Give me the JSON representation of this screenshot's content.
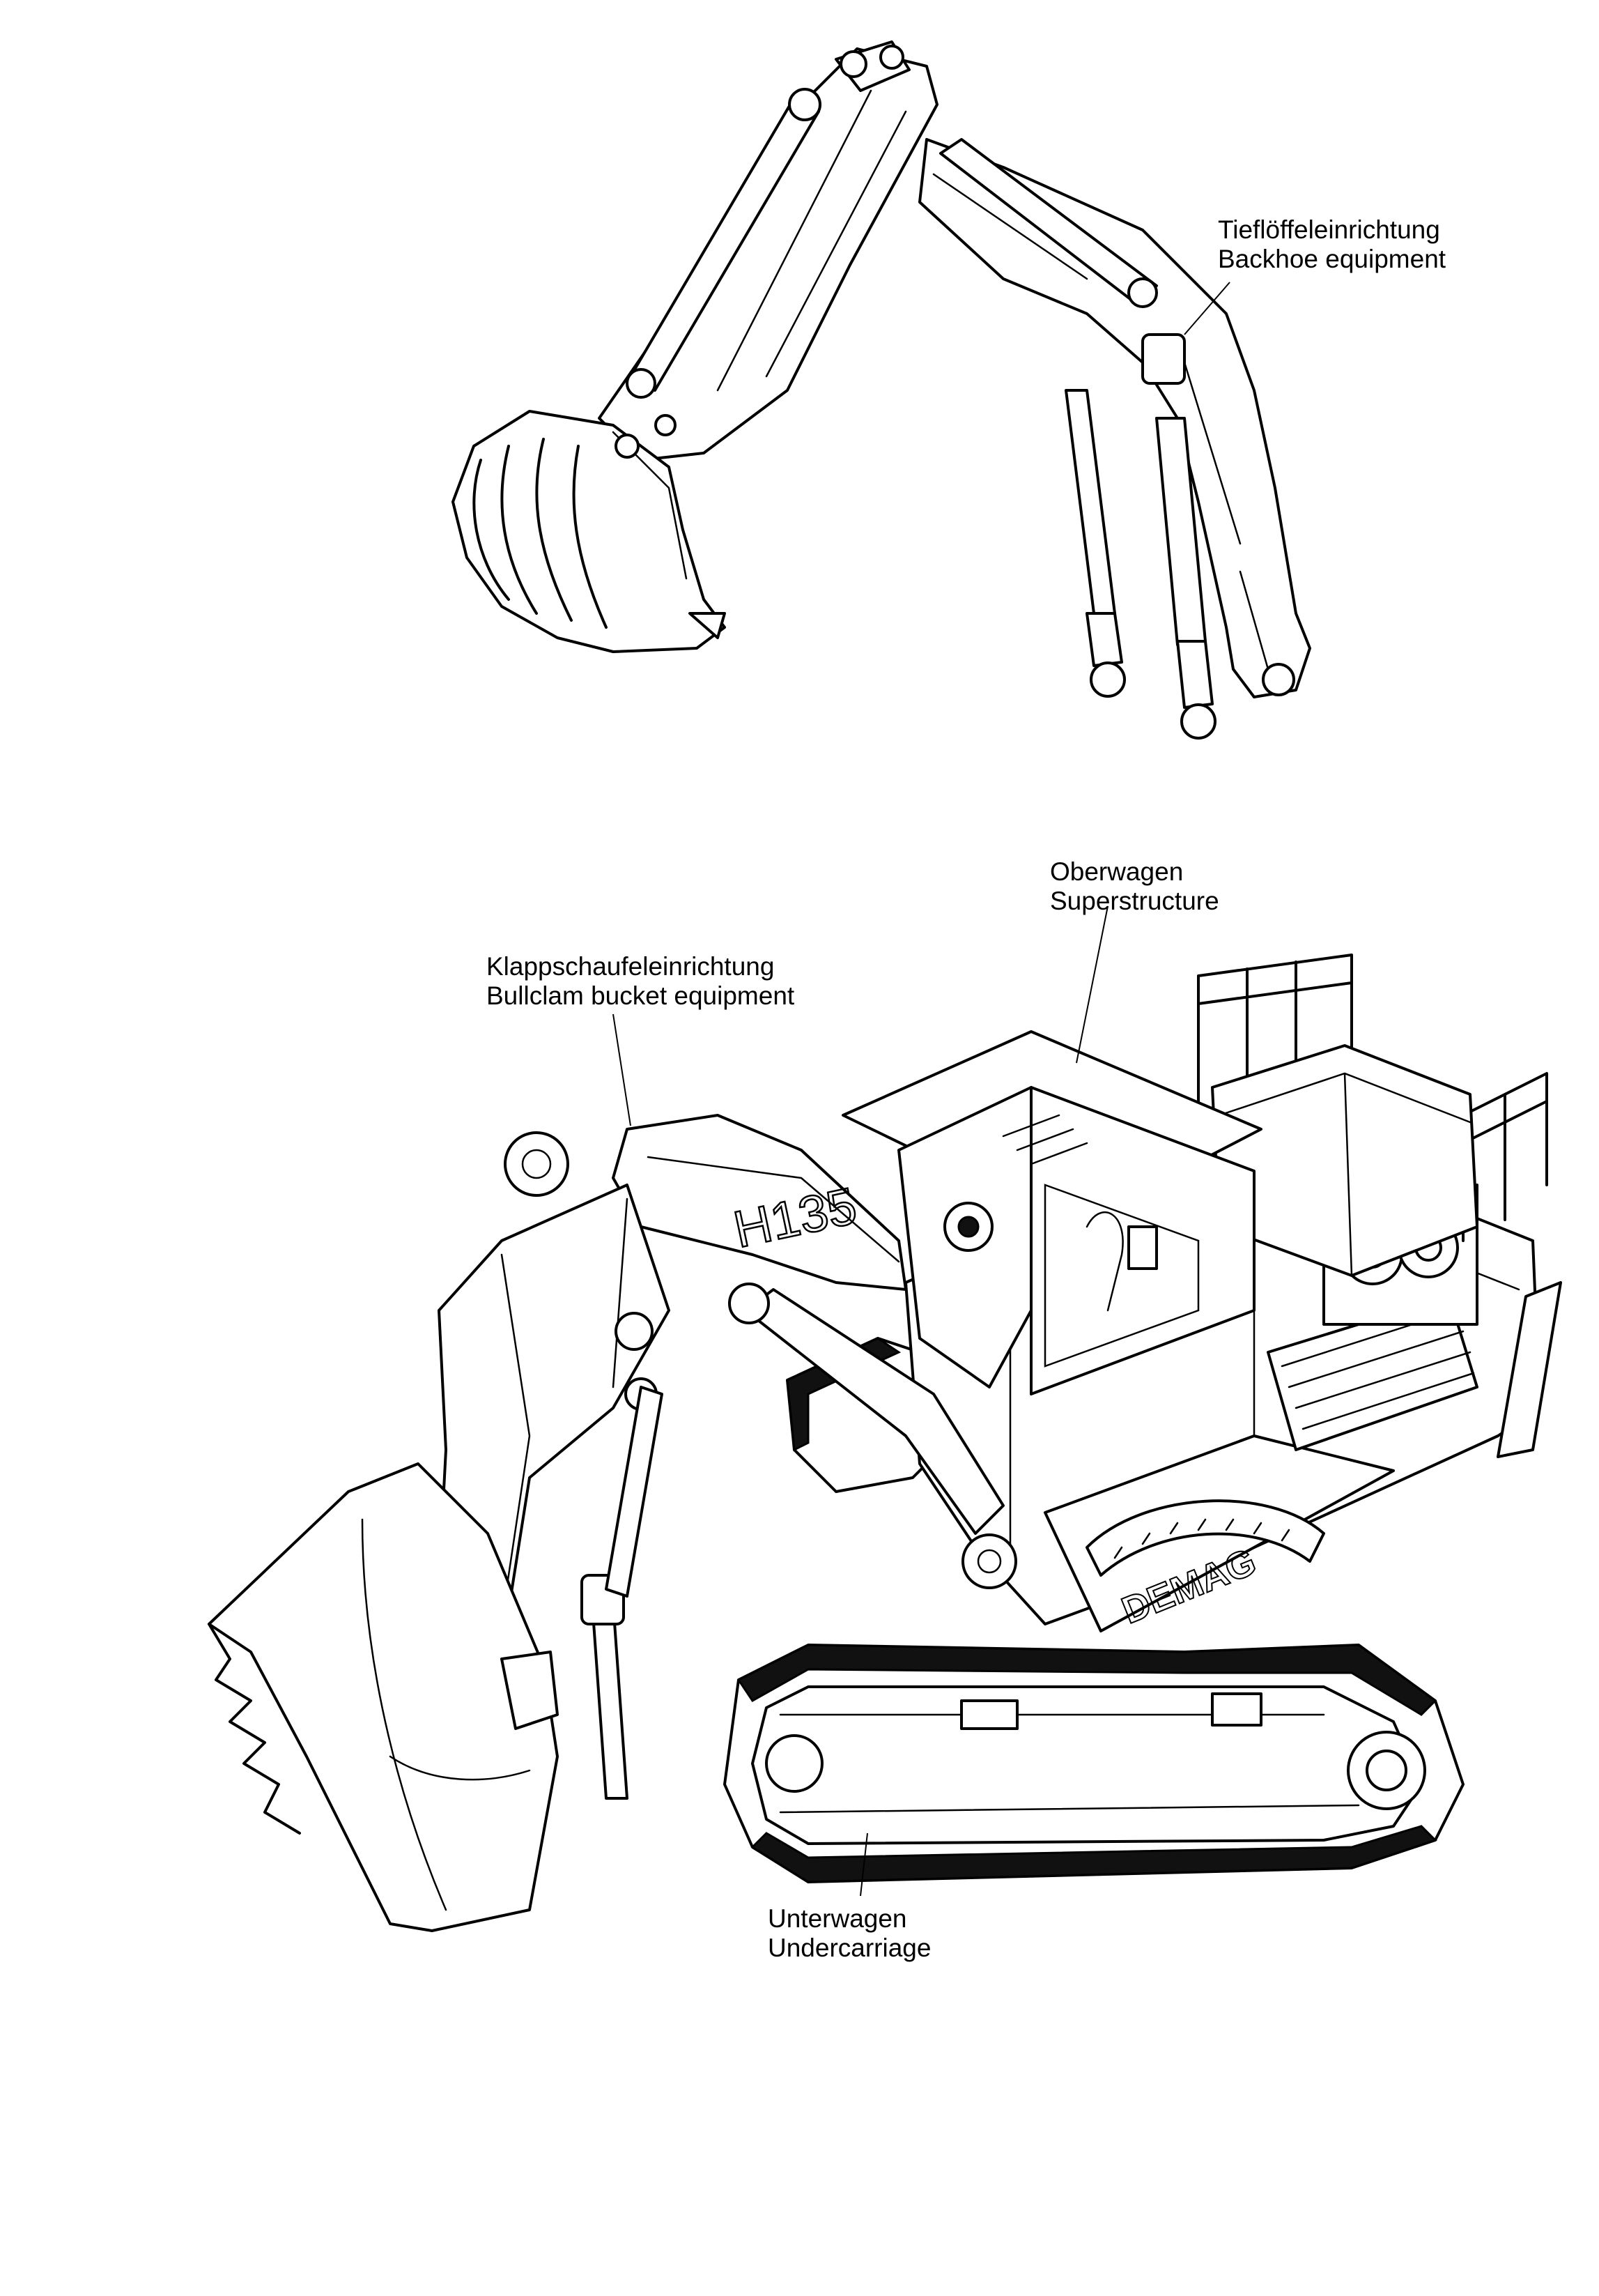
{
  "labels": {
    "backhoe": {
      "de": "Tieflöffeleinrichtung",
      "en": "Backhoe equipment"
    },
    "superstructure": {
      "de": "Oberwagen",
      "en": "Superstructure"
    },
    "bullclam": {
      "de": "Klappschaufeleinrichtung",
      "en": "Bullclam bucket equipment"
    },
    "undercarriage": {
      "de": "Unterwagen",
      "en": "Undercarriage"
    }
  },
  "machine": {
    "model_mark": "H135",
    "brand_mark": "DEMAG"
  }
}
